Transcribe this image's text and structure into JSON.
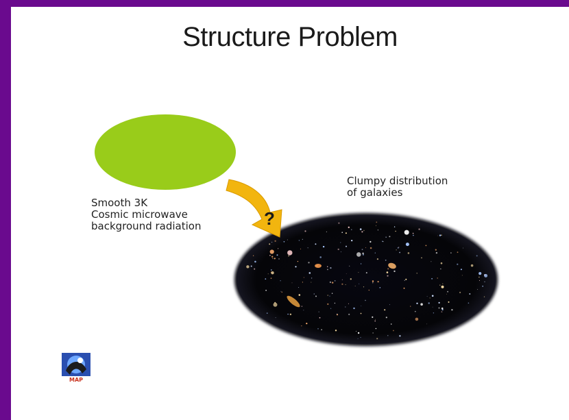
{
  "slide": {
    "title": "Structure Problem",
    "cmb_label": "Smooth 3K\nCosmic microwave\nbackground radiation",
    "galaxies_label": "Clumpy distribution\nof galaxies",
    "arrow_symbol": "?",
    "logo_text": "MAP",
    "colors": {
      "frame": "#6a0a8e",
      "slide_background": "#ffffff",
      "cmb_ellipse": "#99cc1a",
      "arrow": "#f2b50f",
      "galaxy_field": "#050508"
    },
    "icons": {
      "logo": "map-satellite-logo-icon"
    }
  }
}
